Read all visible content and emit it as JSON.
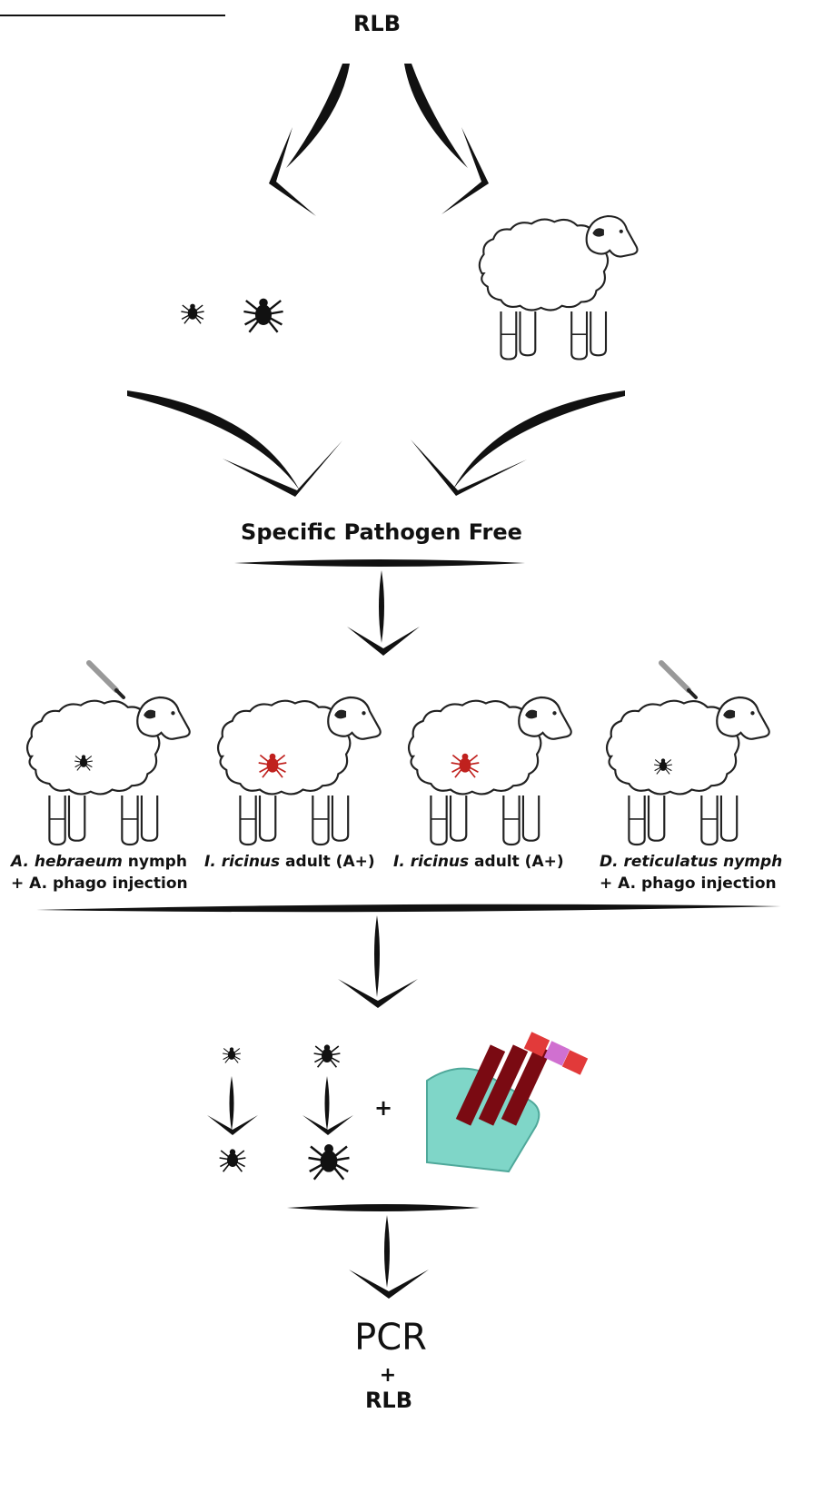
{
  "header": {
    "top": "RLB"
  },
  "middle": {
    "spf_label": "Specific Pathogen Free"
  },
  "groups": [
    {
      "species": "A. hebraeum",
      "stage": " nymph",
      "extra": "+ A. phago injection"
    },
    {
      "species": "I. ricinus",
      "stage": " adult (A+)"
    },
    {
      "species": "I. ricinus",
      "stage": " adult (A+)"
    },
    {
      "species": "D. reticulatus nymph",
      "stage": "",
      "extra": "+ A. phago injection"
    }
  ],
  "bottom": {
    "plus": "+",
    "pcr": "PCR",
    "plus2": "+",
    "rlb": "RLB"
  },
  "colors": {
    "ink": "#111111",
    "tick_red": "#c0211e",
    "glove": "#7fd6c8",
    "blood": "#7a0a12"
  }
}
